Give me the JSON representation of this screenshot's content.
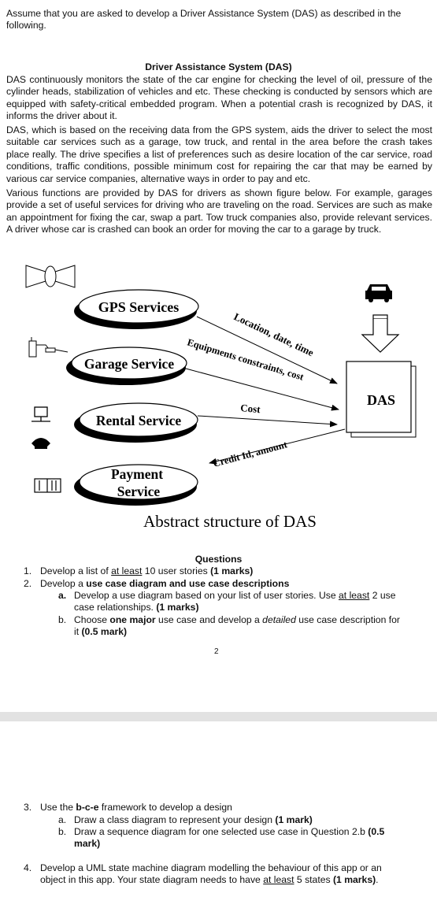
{
  "intro": "Assume that you are asked to develop a Driver Assistance System (DAS) as described in the following.",
  "doc_title": "Driver Assistance System (DAS)",
  "paragraphs": [
    "DAS continuously monitors the state of the car engine for checking the level of oil, pressure of the cylinder heads, stabilization of vehicles and etc. These checking is conducted by sensors which are equipped with safety-critical embedded program. When a potential crash is recognized by DAS, it informs the driver about it.",
    "DAS, which is based on the receiving data from the GPS system, aids the driver to select the most suitable car services such as a garage, tow truck, and rental in the area before the crash takes place really. The drive specifies a list of preferences such as desire location of the car service, road conditions, traffic conditions, possible minimum cost for repairing the car that may be earned by various car service companies, alternative ways in order to pay and etc.",
    "Various functions are provided by DAS for drivers as shown figure below. For example, garages provide a set of useful services for driving who are traveling on the road. Services are such as make an appointment for fixing the car, swap a part. Tow truck companies also, provide relevant services. A driver whose car is crashed can book an order for moving the car to a garage by truck."
  ],
  "diagram": {
    "services": [
      "GPS Services",
      "Garage Service",
      "Rental Service",
      "Payment",
      "Service"
    ],
    "flows": [
      "Location, date, time",
      "Equipments constraints, cost",
      "Cost",
      "Credit Id, amount"
    ],
    "das_label": "DAS",
    "caption": "Abstract structure of DAS",
    "icons": [
      "bow-tie-icon",
      "gas-pump-icon",
      "computer-icon",
      "telephone-icon",
      "book-icon",
      "car-icon",
      "down-arrow-icon"
    ]
  },
  "questions": {
    "title": "Questions",
    "q1": {
      "num": "1.",
      "pre": "Develop a list of ",
      "u": "at least",
      "post": " 10 user stories ",
      "bold": "(1 marks)"
    },
    "q2": {
      "num": "2.",
      "pre": "Develop a ",
      "bold": "use case diagram and use case descriptions"
    },
    "q2a": {
      "num": "a.",
      "pre": "Develop a use diagram based on your list of user stories. Use ",
      "u": "at least",
      "post": " 2 use",
      "line2": "case relationships. ",
      "bold": "(1 marks)"
    },
    "q2b": {
      "num": "b.",
      "pre": "Choose ",
      "b1": "one major",
      "mid": " use case and develop a ",
      "it": "detailed",
      "post": " use case description for",
      "line2": "it ",
      "bold": "(0.5 mark)"
    },
    "page_number": "2",
    "q3": {
      "num": "3.",
      "pre": "Use the ",
      "bold": "b-c-e",
      "post": " framework to develop a design"
    },
    "q3a": {
      "num": "a.",
      "pre": "Draw a class diagram to represent your design ",
      "bold": "(1 mark)"
    },
    "q3b": {
      "num": "b.",
      "pre": "Draw a sequence diagram for one selected use case in Question 2.b ",
      "bold": "(0.5",
      "line2": "mark)"
    },
    "q4": {
      "num": "4.",
      "pre": "Develop a UML state machine diagram modelling the behaviour of this app or an",
      "line2pre": "object in this app. Your state diagram needs to have ",
      "u": "at least",
      "post": " 5 states ",
      "bold": "(1 marks)",
      "end": "."
    }
  }
}
